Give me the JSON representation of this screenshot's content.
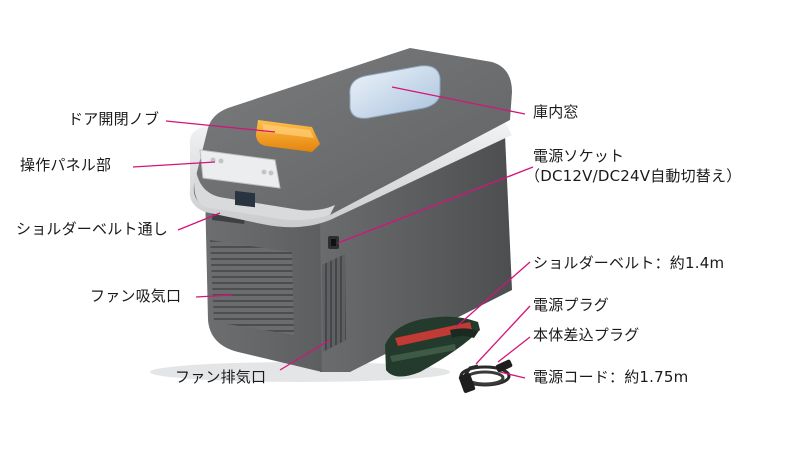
{
  "labels": {
    "door_handle": "ドア開閉ノブ",
    "control_panel": "操作パネル部",
    "shoulder_belt_loop": "ショルダーベルト通し",
    "fan_intake": "ファン吸気口",
    "fan_exhaust": "ファン排気口",
    "interior_window": "庫内窓",
    "power_socket_line1": "電源ソケット",
    "power_socket_line2": "（DC12V/DC24V自動切替え）",
    "shoulder_belt": "ショルダーベルト：約1.4m",
    "power_plug": "電源プラグ",
    "body_plug": "本体差込プラグ",
    "power_cord": "電源コード：約1.75m"
  },
  "colors": {
    "leader_line": "#d4147a",
    "body_dark": "#5b5d5f",
    "lid_dark": "#6d6f70",
    "trim_light": "#e6e7e8",
    "handle_orange": "#f39a1c",
    "window_blue": "#cfe0f0",
    "belt_green": "#2d4a36",
    "belt_red": "#c8383a"
  }
}
